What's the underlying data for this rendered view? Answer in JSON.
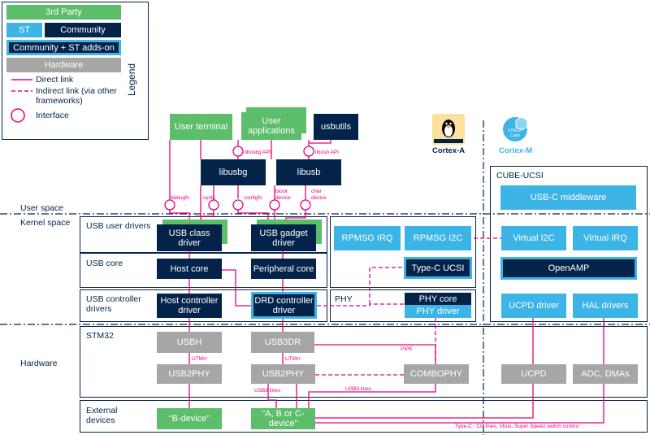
{
  "legend": {
    "title": "Legend",
    "third_party": "3rd Party",
    "st": "ST",
    "community": "Community",
    "community_st": "Community + ST adds-on",
    "hardware": "Hardware",
    "direct_link": "Direct link",
    "indirect_link": "Indirect link (via other frameworks)",
    "interface": "Interface"
  },
  "colors": {
    "green": "#5cbd6a",
    "navy": "#03234b",
    "light_blue": "#3cb4e6",
    "gray": "#a6a6a6",
    "magenta": "#e6007e"
  },
  "badges": {
    "cortex_a": "Cortex-A",
    "cortex_m": "Cortex-M",
    "openstlinux_logo": "OpenSTLinux",
    "stm32cube_logo": "STM32 Cube"
  },
  "layers": {
    "user_space": "User space",
    "kernel_space": "Kernel space",
    "hardware": "Hardware",
    "usb_user_drivers": "USB user drivers",
    "usb_core": "USB core",
    "usb_controller_drivers": "USB controller drivers",
    "phy": "PHY",
    "stm32": "STM32",
    "external_devices": "External devices",
    "cube_ucsi": "CUBE-UCSI"
  },
  "user": {
    "user_terminal": "User terminal",
    "user_applications": "User applications",
    "usbutils": "usbutils",
    "libusbg": "libusbg",
    "libusb": "libusb"
  },
  "interfaces": {
    "libusbg_api": "libusbg API",
    "libusb_api": "libusb API",
    "debugfs": "debugfs",
    "sysfs": "sysfs",
    "configfs": "configfs",
    "block_device": "block device",
    "char_device": "char device"
  },
  "kernel": {
    "usb_class_driver": "USB class driver",
    "usb_gadget_driver": "USB gadget driver",
    "host_core": "Host core",
    "peripheral_core": "Peripheral core",
    "host_controller_driver": "Host controller driver",
    "drd_controller_driver": "DRD controller driver",
    "rpmsg_irq": "RPMSG IRQ",
    "rpmsg_i2c": "RPMSG I2C",
    "typec_ucsi": "Type-C UCSI",
    "phy_core": "PHY core",
    "phy_driver": "PHY driver"
  },
  "cube": {
    "usbc_middleware": "USB-C middleware",
    "virtual_i2c": "Virtual I2C",
    "virtual_irq": "Virtual IRQ",
    "openamp": "OpenAMP",
    "ucpd_driver": "UCPD driver",
    "hal_drivers": "HAL drivers"
  },
  "hw": {
    "usbh": "USBH",
    "usb3dr": "USB3DR",
    "usb2phy_1": "USB2PHY",
    "usb2phy_2": "USB2PHY",
    "combophy": "COMBOPHY",
    "ucpd": "UCPD",
    "adc_dmas": "ADC, DMAs",
    "utmi_1": "UTMI+",
    "utmi_2": "UTMI+",
    "pipe": "PIPE",
    "usb3_lines": "USB3 lines",
    "usb2_lines": "USB2 lines"
  },
  "devices": {
    "b_device": "“B-device”",
    "abc_device": "“A, B or C-device”",
    "typec_note": "Type-C : CC lines, Vbus, Super Speed switch control"
  }
}
